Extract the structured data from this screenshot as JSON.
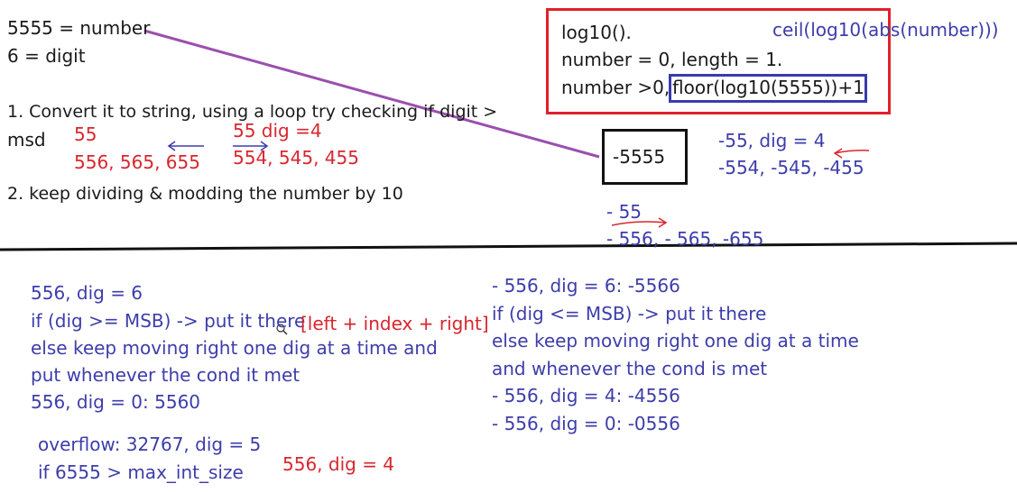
{
  "top_left": {
    "number_def": "5555 = number",
    "digit_def": "6 = digit",
    "step1_line1": "1. Convert it to string, using a loop try checking if digit >",
    "step1_line2": "msd",
    "red_55": "55",
    "red_556": "556, 565, 655",
    "red_55_dig": "55 dig =4",
    "red_554": "554, 545, 455",
    "step2": "2. keep dividing & modding the number by 10"
  },
  "top_right": {
    "log10": "log10().",
    "zero_case": "number = 0, length = 1.",
    "positive_prefix": "number >0,",
    "floor_expr": "floor(log10(5555))+1",
    "ceil_expr": "ceil(log10(abs(number)))"
  },
  "negative": {
    "box_value": "-5555",
    "neg55_dig": "-55, dig = 4",
    "neg554": "-554, -545, -455",
    "neg55": "- 55",
    "neg556": "- 556, - 565, -655"
  },
  "bottom_left": {
    "l1": "556, dig = 6",
    "l2": "if (dig >= MSB) -> put it there",
    "bracket": "[left + index + right]",
    "l3": "else keep moving right one dig at a time and",
    "l4": "put whenever the cond it met",
    "l5": "556, dig = 0: 5560",
    "overflow": "overflow: 32767, dig = 5",
    "if6555": "if 6555 > max_int_size",
    "red556_4": "556, dig = 4"
  },
  "bottom_right": {
    "l1": "- 556, dig = 6: -5566",
    "l2": "if (dig <= MSB) -> put it there",
    "l3": "else keep moving right one dig at a time",
    "l4": "and whenever the cond is met",
    "l5": "- 556, dig = 4: -4556",
    "l6": "- 556, dig = 0: -0556"
  },
  "colors": {
    "black_ink": "#1a1a1a",
    "red_ink": "#d8262e",
    "blue_ink": "#3d3dab",
    "purple_ink": "#9b4fae",
    "red_box": "#e0202c",
    "blue_box": "#3a3ab0"
  }
}
